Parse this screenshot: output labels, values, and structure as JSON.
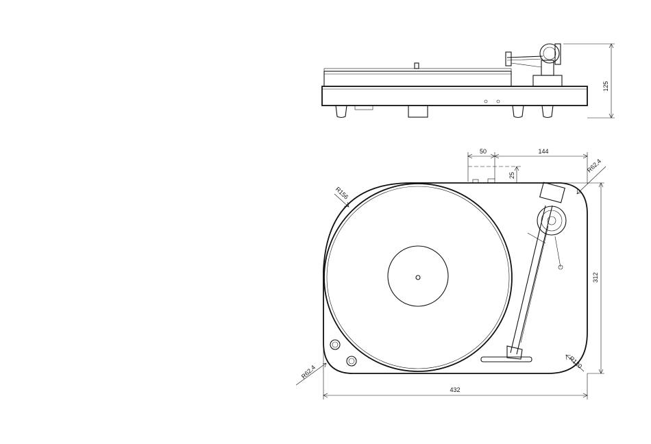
{
  "dimensions": {
    "side_height": "125",
    "top_offset_a": "50",
    "top_offset_b": "144",
    "depth_offset": "25",
    "radius_top_right": "R62,4",
    "radius_platter": "R156",
    "radius_bottom_left": "R62,4",
    "radius_bottom_right": "R120",
    "depth": "312",
    "width": "432"
  },
  "colors": {
    "line": "#111111",
    "background": "#ffffff"
  }
}
